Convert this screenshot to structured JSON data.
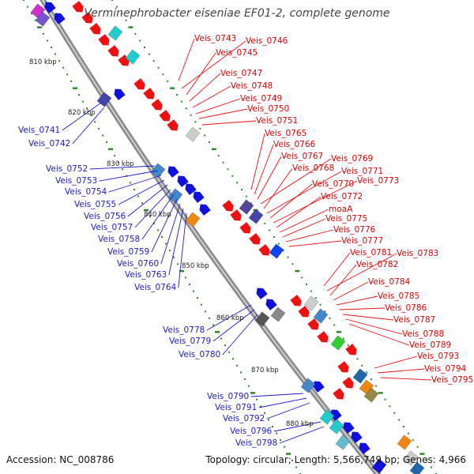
{
  "title": "Verminephrobacter eiseniae EF01-2, complete genome",
  "footer": {
    "accession": "Accession: NC_008786",
    "summary": "Topology: circular; Length: 5,566,749 bp; Genes: 4,966"
  },
  "colors": {
    "forward_genes": "#ee1111",
    "reverse_genes": "#1111dd",
    "backbone": "#999999",
    "gc_dots": "#228822",
    "label_forward": "#dd0000",
    "label_reverse": "#1a1acc"
  },
  "kbp_ticks": [
    "810 kbp",
    "820 kbp",
    "830 kbp",
    "840 kbp",
    "850 kbp",
    "860 kbp",
    "870 kbp",
    "880 kbp"
  ],
  "forward_labels": [
    "Veis_0743",
    "Veis_0746",
    "Veis_0745",
    "Veis_0747",
    "Veis_0748",
    "Veis_0749",
    "Veis_0750",
    "Veis_0751",
    "Veis_0765",
    "Veis_0766",
    "Veis_0767",
    "Veis_0769",
    "Veis_0768",
    "Veis_0771",
    "Veis_0770",
    "Veis_0773",
    "Veis_0772",
    "moaA",
    "Veis_0775",
    "Veis_0776",
    "Veis_0777",
    "Veis_0781",
    "Veis_0783",
    "Veis_0782",
    "Veis_0784",
    "Veis_0785",
    "Veis_0786",
    "Veis_0787",
    "Veis_0788",
    "Veis_0789",
    "Veis_0793",
    "Veis_0794",
    "Veis_0795"
  ],
  "reverse_labels": [
    "Veis_0741",
    "Veis_0742",
    "Veis_0752",
    "Veis_0753",
    "Veis_0754",
    "Veis_0755",
    "Veis_0756",
    "Veis_0757",
    "Veis_0758",
    "Veis_0759",
    "Veis_0760",
    "Veis_0763",
    "Veis_0764",
    "Veis_0778",
    "Veis_0779",
    "Veis_0780",
    "Veis_0790",
    "Veis_0791",
    "Veis_0792",
    "Veis_0796",
    "Veis_0798"
  ]
}
